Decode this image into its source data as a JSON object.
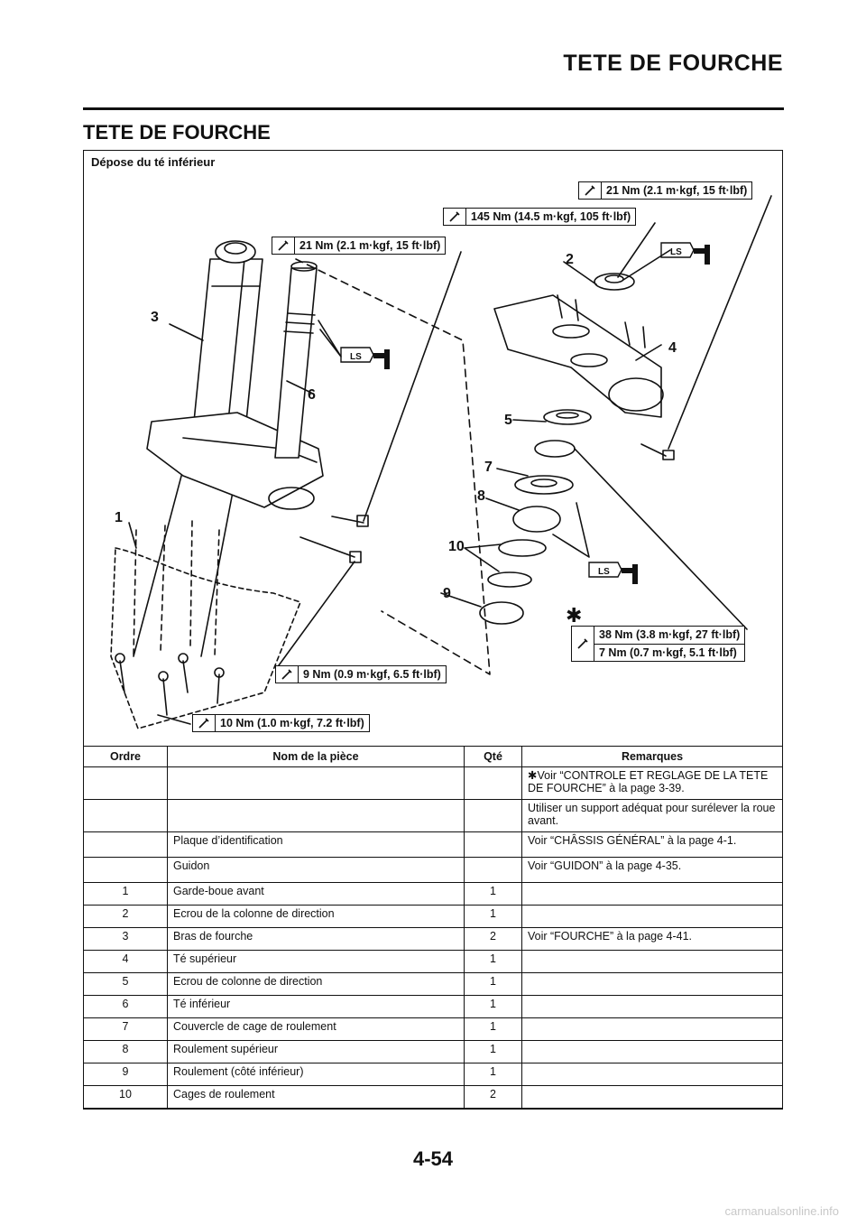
{
  "header": {
    "title": "TETE DE FOURCHE"
  },
  "section": {
    "title": "TETE DE FOURCHE",
    "subheading": "Dépose du té inférieur"
  },
  "diagram": {
    "torques": {
      "t1": "21 Nm (2.1 m·kgf, 15 ft·lbf)",
      "t2": "145 Nm (14.5 m·kgf, 105 ft·lbf)",
      "t3": "21 Nm (2.1 m·kgf, 15 ft·lbf)",
      "t4a": "38 Nm (3.8 m·kgf, 27 ft·lbf)",
      "t4b": "7 Nm (0.7 m·kgf, 5.1 ft·lbf)",
      "t5": "9 Nm (0.9 m·kgf, 6.5 ft·lbf)",
      "t6": "10 Nm (1.0 m·kgf, 7.2 ft·lbf)"
    },
    "callouts": [
      "1",
      "2",
      "3",
      "4",
      "5",
      "6",
      "7",
      "8",
      "9",
      "10"
    ],
    "ls_label": "LS",
    "asterisk": "✱"
  },
  "table": {
    "headers": [
      "Ordre",
      "Nom de la pièce",
      "Qté",
      "Remarques"
    ],
    "rows": [
      {
        "order": "",
        "name": "",
        "qty": "",
        "remark": "✱Voir “CONTROLE ET REGLAGE DE LA TETE DE FOURCHE” à la page 3-39."
      },
      {
        "order": "",
        "name": "",
        "qty": "",
        "remark": "Utiliser un support adéquat pour surélever la roue avant."
      },
      {
        "order": "",
        "name": "Plaque d’identification",
        "qty": "",
        "remark": "Voir “CHÂSSIS GÉNÉRAL” à la page 4-1."
      },
      {
        "order": "",
        "name": "Guidon",
        "qty": "",
        "remark": "Voir “GUIDON” à la page 4-35."
      },
      {
        "order": "1",
        "name": "Garde-boue avant",
        "qty": "1",
        "remark": ""
      },
      {
        "order": "2",
        "name": "Ecrou de la colonne de direction",
        "qty": "1",
        "remark": ""
      },
      {
        "order": "3",
        "name": "Bras de fourche",
        "qty": "2",
        "remark": "Voir “FOURCHE” à la page 4-41."
      },
      {
        "order": "4",
        "name": "Té supérieur",
        "qty": "1",
        "remark": ""
      },
      {
        "order": "5",
        "name": "Ecrou de colonne de direction",
        "qty": "1",
        "remark": ""
      },
      {
        "order": "6",
        "name": "Té inférieur",
        "qty": "1",
        "remark": ""
      },
      {
        "order": "7",
        "name": "Couvercle de cage de roulement",
        "qty": "1",
        "remark": ""
      },
      {
        "order": "8",
        "name": "Roulement supérieur",
        "qty": "1",
        "remark": ""
      },
      {
        "order": "9",
        "name": "Roulement (côté inférieur)",
        "qty": "1",
        "remark": ""
      },
      {
        "order": "10",
        "name": "Cages de roulement",
        "qty": "2",
        "remark": ""
      }
    ]
  },
  "footer": {
    "page_number": "4-54",
    "watermark": "carmanualsonline.info"
  }
}
